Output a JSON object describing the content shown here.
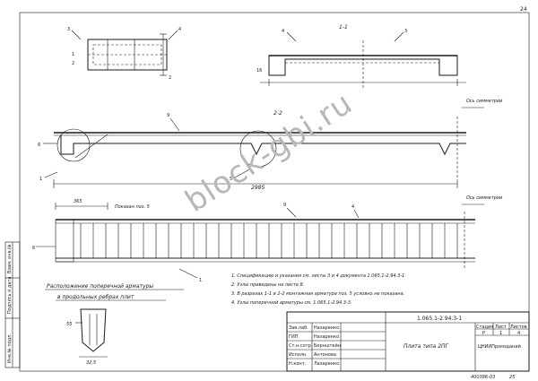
{
  "page_number": "24",
  "section_labels": {
    "s11": "1-1",
    "s22": "2-2"
  },
  "axis_label": "Ось симметрии",
  "dimensions": {
    "length": "2985",
    "left": "365",
    "small_a": "55",
    "small_b": "32,5"
  },
  "callouts": [
    "1",
    "3",
    "4",
    "5",
    "6",
    "9"
  ],
  "rebar_label": "Показан поз. 5",
  "notes": [
    "1. Спецификацию и указания см. листы 3 и 4 документа 1.065.1-2.94.3-1",
    "2. Узлы приведены на листе 8.",
    "3. В разрезах 1-1 и 2-2 монтажная арматура поз. 5 условно не показана.",
    "4. Узлы поперечной арматуры см. 1.065.1-2.94.3-3."
  ],
  "detail_caption_1": "Расположение поперечной арматуры",
  "detail_caption_2": "в продольных ребрах плит",
  "title_block": {
    "code": "1.065.1-2.94.3-1",
    "title": "Плита типа 2ПГ",
    "stage_hdr": "Стадия",
    "sheet_hdr": "Лист",
    "sheets_hdr": "Листов",
    "stage": "Р",
    "sheet": "1",
    "sheets": "4",
    "org": "ЦНИИПромзданий",
    "roles": [
      "Зав.лаб.",
      "ГИП",
      "Ст.н.сотр.",
      "Исполн.",
      "Н.конт."
    ],
    "names": [
      "Назаренко",
      "Назаренко",
      "Бернштейн",
      "Антонова",
      "Лазаренко"
    ]
  },
  "stamp": "400386-03",
  "stamp_sheet": "25",
  "side_labels": [
    "Инв.№ подл.",
    "Подпись и дата",
    "Взам. инв.№"
  ],
  "watermark": "block-gbi.ru"
}
